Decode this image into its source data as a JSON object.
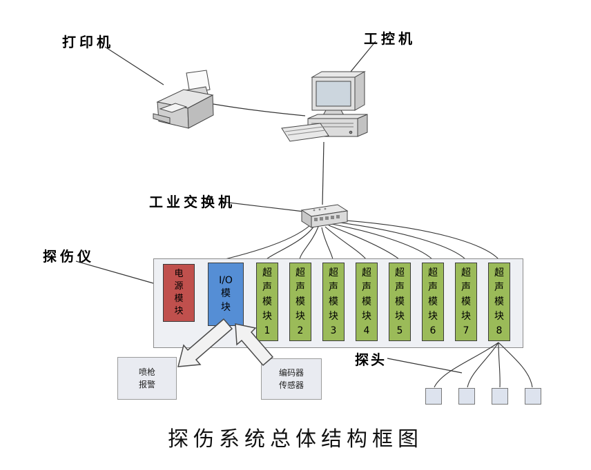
{
  "title": "探伤系统总体结构框图",
  "labels": {
    "printer": "打印机",
    "computer": "工控机",
    "switch": "工业交换机",
    "detector": "探伤仪",
    "probes": "探头"
  },
  "detector": {
    "power_module": [
      "电",
      "源",
      "模",
      "块"
    ],
    "io_module": [
      "I/O",
      "模",
      "块"
    ],
    "ultrasonic_modules": [
      [
        "超",
        "声",
        "模",
        "块",
        "1"
      ],
      [
        "超",
        "声",
        "模",
        "块",
        "2"
      ],
      [
        "超",
        "声",
        "模",
        "块",
        "3"
      ],
      [
        "超",
        "声",
        "模",
        "块",
        "4"
      ],
      [
        "超",
        "声",
        "模",
        "块",
        "5"
      ],
      [
        "超",
        "声",
        "模",
        "块",
        "6"
      ],
      [
        "超",
        "声",
        "模",
        "块",
        "7"
      ],
      [
        "超",
        "声",
        "模",
        "块",
        "8"
      ]
    ]
  },
  "peripherals": {
    "spray_gun_alarm": [
      "喷枪",
      "报警"
    ],
    "encoder_sensor": [
      "编码器",
      "传感器"
    ]
  },
  "colors": {
    "power_module": "#c0504d",
    "io_module": "#558ed5",
    "ultrasonic_module": "#9bbb59",
    "detector_bg": "#eef0f4",
    "peripheral_bg": "#e9ebf1",
    "probe_bg": "#dde3ee"
  }
}
